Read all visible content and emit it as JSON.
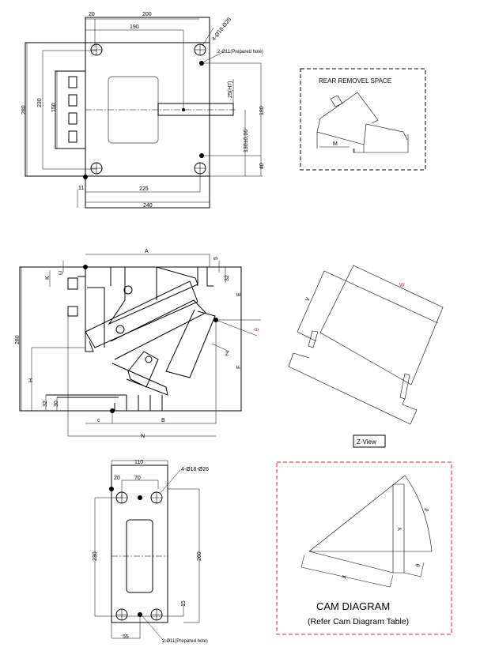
{
  "top_view": {
    "dims": {
      "d20": "20",
      "d200": "200",
      "d190": "190",
      "d280": "280",
      "d230": "230",
      "d150": "150",
      "d25h7": "25(H7)",
      "d180": "180",
      "d130": "130±0.06",
      "d40": "40",
      "d11": "11",
      "d225": "225",
      "d240": "240"
    },
    "hole_note": "4-Ø18-Ø26",
    "prepared_note": "2-Ø11(Prepared hole)"
  },
  "rear_removal": {
    "title": "REAR REMOVEL SPACE",
    "m_label": "M"
  },
  "side_view": {
    "labels": {
      "a": "A",
      "five": "5",
      "d32_top": "32",
      "u": "U",
      "k": "K",
      "e": "E",
      "f": "F",
      "theta": "θ",
      "z": "Z",
      "d280": "280",
      "h": "H",
      "d32": "32",
      "d30": "30",
      "c": "c",
      "b": "B",
      "n": "N"
    }
  },
  "z_view": {
    "label": "Z-View",
    "w": "W",
    "v": "V"
  },
  "bottom_view": {
    "dims": {
      "d110": "110",
      "d20": "20",
      "d70": "70",
      "d230": "230",
      "d260": "260",
      "d15": "15",
      "d55": "55"
    },
    "hole_note": "4-Ø18-Ø26",
    "prepared_note": "2-Ø11(Prepared hole)"
  },
  "cam_diagram": {
    "title": "CAM DIAGRAM",
    "subtitle": "(Refer Cam Diagram Table)",
    "y": "Y",
    "x": "X",
    "theta": "θ",
    "delta": "δ"
  },
  "colors": {
    "accent_red": "#e0202a"
  }
}
